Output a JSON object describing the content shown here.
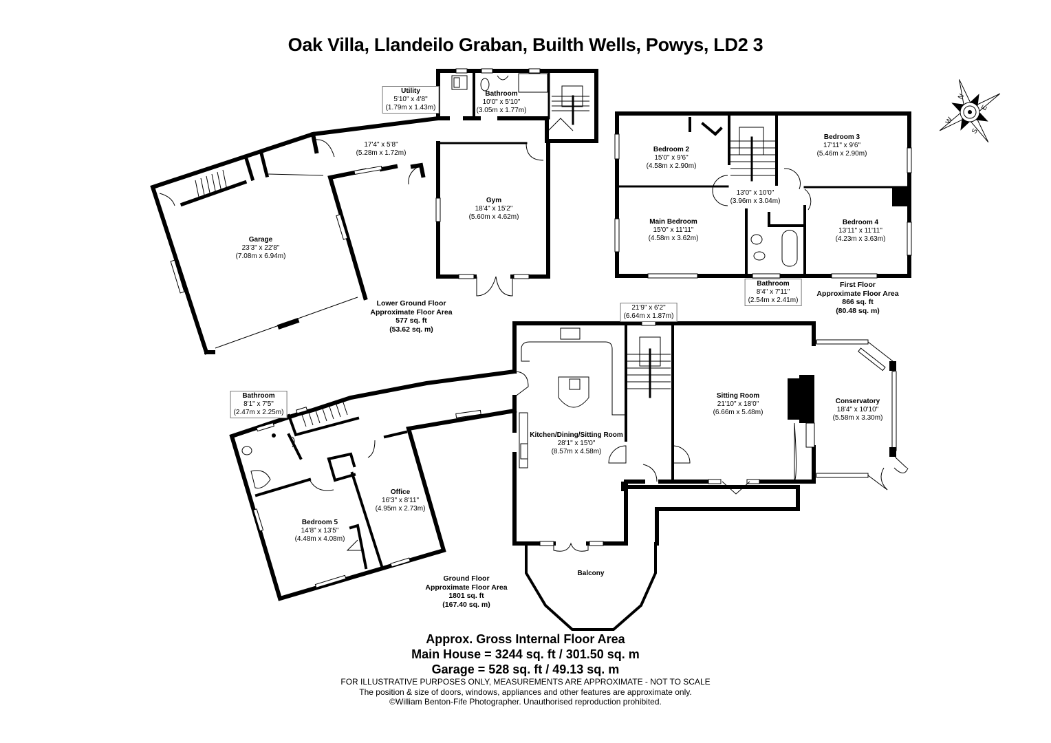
{
  "title": "Oak Villa, Llandeilo Graban, Builth Wells, Powys, LD2 3",
  "compass": {
    "labels": [
      "N",
      "E",
      "S",
      "W"
    ]
  },
  "floors": {
    "lower_ground": {
      "heading": "Lower Ground Floor",
      "area_label": "Approximate Floor Area",
      "sq_ft": "577 sq. ft",
      "sq_m": "(53.62 sq. m)",
      "rooms": [
        {
          "name": "Utility",
          "imperial": "5'10\" x 4'8\"",
          "metric": "(1.79m x 1.43m)"
        },
        {
          "name": "Bathroom",
          "imperial": "10'0\" x 5'10\"",
          "metric": "(3.05m x 1.77m)"
        },
        {
          "name": "",
          "imperial": "17'4\" x 5'8\"",
          "metric": "(5.28m x 1.72m)"
        },
        {
          "name": "Gym",
          "imperial": "18'4\" x 15'2\"",
          "metric": "(5.60m x 4.62m)"
        },
        {
          "name": "Garage",
          "imperial": "23'3\" x 22'8\"",
          "metric": "(7.08m x 6.94m)"
        }
      ]
    },
    "first": {
      "heading": "First Floor",
      "area_label": "Approximate Floor Area",
      "sq_ft": "866 sq. ft",
      "sq_m": "(80.48 sq. m)",
      "rooms": [
        {
          "name": "Bedroom 2",
          "imperial": "15'0\" x 9'6\"",
          "metric": "(4.58m x 2.90m)"
        },
        {
          "name": "Bedroom 3",
          "imperial": "17'11\" x 9'6\"",
          "metric": "(5.46m x 2.90m)"
        },
        {
          "name": "",
          "imperial": "13'0\" x 10'0\"",
          "metric": "(3.96m x 3.04m)"
        },
        {
          "name": "Main Bedroom",
          "imperial": "15'0\" x 11'11\"",
          "metric": "(4.58m x 3.62m)"
        },
        {
          "name": "Bedroom 4",
          "imperial": "13'11\" x 11'11\"",
          "metric": "(4.23m x 3.63m)"
        },
        {
          "name": "Bathroom",
          "imperial": "8'4\" x 7'11\"",
          "metric": "(2.54m x 2.41m)"
        }
      ]
    },
    "ground": {
      "heading": "Ground Floor",
      "area_label": "Approximate Floor Area",
      "sq_ft": "1801 sq. ft",
      "sq_m": "(167.40 sq. m)",
      "rooms": [
        {
          "name": "",
          "imperial": "21'9\" x 6'2\"",
          "metric": "(6.64m x 1.87m)"
        },
        {
          "name": "Kitchen/Dining/Sitting Room",
          "imperial": "28'1\" x 15'0\"",
          "metric": "(8.57m x 4.58m)"
        },
        {
          "name": "Sitting Room",
          "imperial": "21'10\" x 18'0\"",
          "metric": "(6.66m x 5.48m)"
        },
        {
          "name": "Conservatory",
          "imperial": "18'4\" x 10'10\"",
          "metric": "(5.58m x 3.30m)"
        },
        {
          "name": "Balcony",
          "imperial": "",
          "metric": ""
        },
        {
          "name": "Bathroom",
          "imperial": "8'1\" x 7'5\"",
          "metric": "(2.47m x 2.25m)"
        },
        {
          "name": "Office",
          "imperial": "16'3\" x 8'11\"",
          "metric": "(4.95m x 2.73m)"
        },
        {
          "name": "Bedroom 5",
          "imperial": "14'8\" x 13'5\"",
          "metric": "(4.48m x 4.08m)"
        }
      ]
    }
  },
  "footer": {
    "heading": "Approx. Gross Internal Floor Area",
    "main_house": "Main House = 3244 sq. ft / 301.50 sq. m",
    "garage": "Garage = 528 sq. ft / 49.13 sq. m",
    "disclaimer": "FOR ILLUSTRATIVE PURPOSES ONLY, MEASUREMENTS ARE APPROXIMATE - NOT TO SCALE",
    "note": "The position & size of doors, windows, appliances and other features are approximate only.",
    "copyright": "©William Benton-Fife Photographer. Unauthorised reproduction prohibited."
  }
}
